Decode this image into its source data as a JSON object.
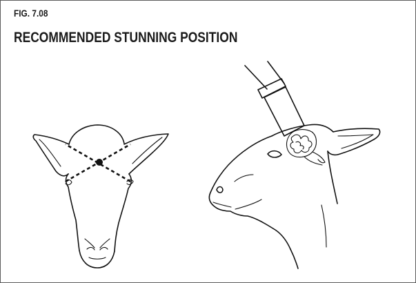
{
  "figure": {
    "number": "FIG. 7.08",
    "title": "RECOMMENDED STUNNING POSITION"
  },
  "illustrations": [
    {
      "name": "sheep-head-front-view",
      "shows": "crossed dashed lines from each eye to the base of the opposite ear, with a dot at the intersection marking the stunning position"
    },
    {
      "name": "sheep-head-side-view",
      "shows": "stunner placed on top of the head, above the brain"
    }
  ],
  "colors": {
    "ink": "#111111",
    "border": "#5a5a5a",
    "background": "#ffffff"
  }
}
